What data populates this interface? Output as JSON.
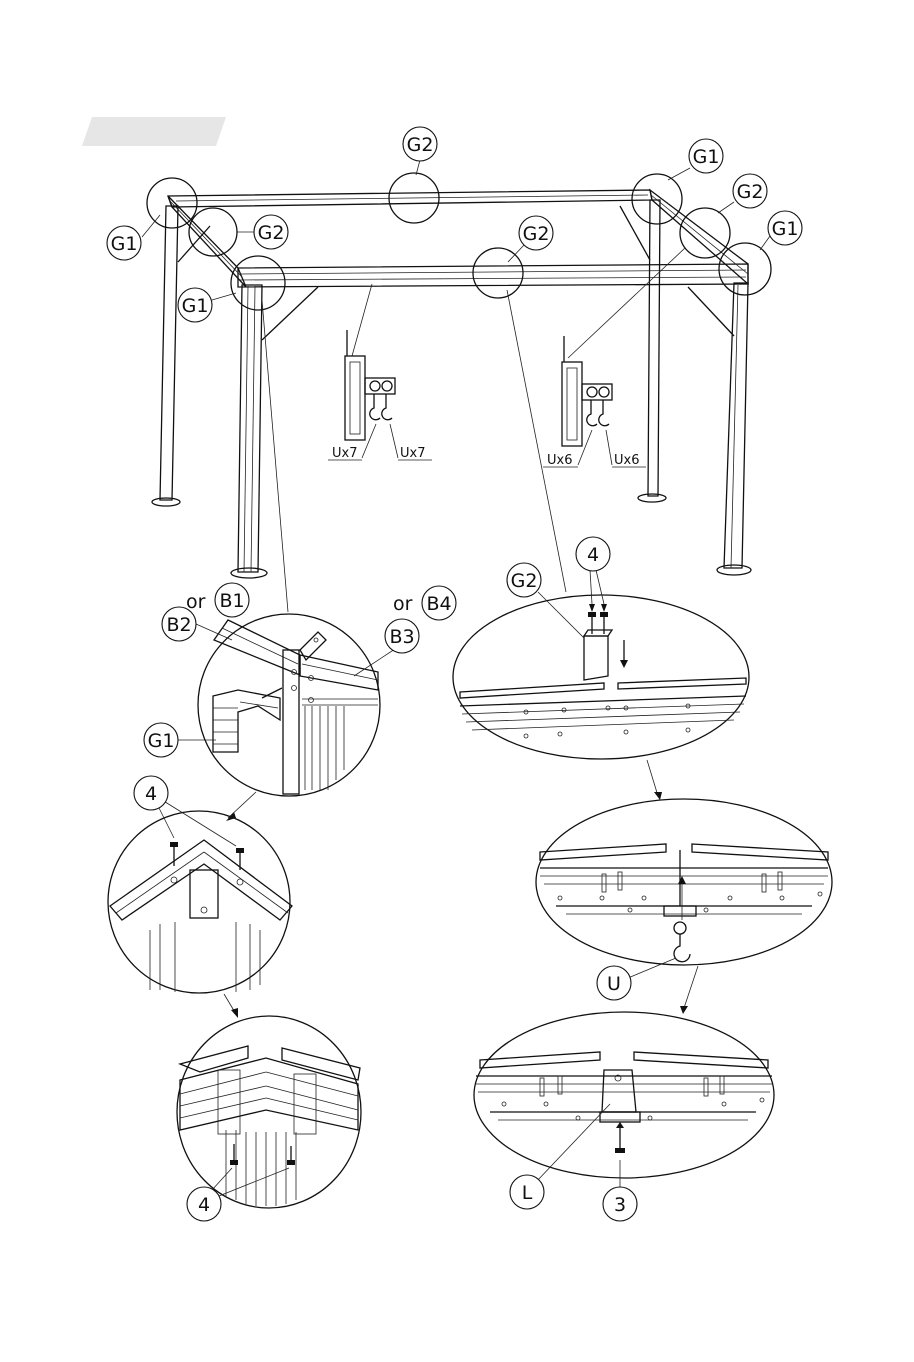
{
  "labels": {
    "g1": "G1",
    "g2": "G2",
    "b1": "B1",
    "b2": "B2",
    "b3": "B3",
    "b4": "B4",
    "or": "or",
    "u": "U",
    "l": "L",
    "four": "4",
    "three": "3",
    "ux7": "Ux7",
    "ux6": "Ux6"
  },
  "colors": {
    "ink": "#111111",
    "step_tab": "#e6e6e6",
    "paper": "#ffffff"
  }
}
